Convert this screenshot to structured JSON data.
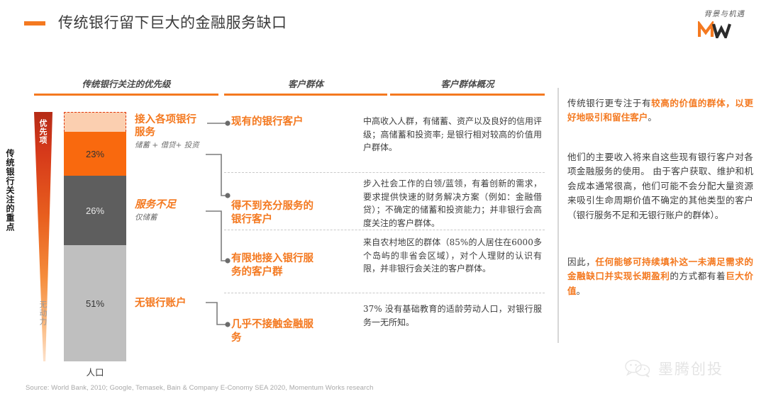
{
  "header": {
    "title": "传统银行留下巨大的金融服务缺口",
    "kicker": "背景与机遇",
    "logo_alt": "mw-logo"
  },
  "columns": [
    {
      "label": "传统银行关注的优先级"
    },
    {
      "label": "客户群体"
    },
    {
      "label": "客户群体概况"
    }
  ],
  "chart_data": {
    "type": "bar",
    "title": "传统银行关注的优先级",
    "xlabel": "人口",
    "ylabel": "传统银行关注的重点",
    "categories": [
      "接入各项银行服务",
      "服务不足",
      "无银行账户"
    ],
    "values": [
      23,
      26,
      51
    ],
    "axis_top_label": "优先项",
    "axis_bottom_label": "无动力",
    "x_tick": "人口",
    "segments": [
      {
        "name": "top-gap",
        "pct_label": "",
        "value": null,
        "color": "#FBCFB0",
        "dashed": true
      },
      {
        "name": "banked",
        "pct_label": "23%",
        "value": 23,
        "color": "#F9690E",
        "dashed": false
      },
      {
        "name": "underbanked",
        "pct_label": "26%",
        "value": 26,
        "color": "#5E5E5E",
        "dashed": false
      },
      {
        "name": "unbanked",
        "pct_label": "51%",
        "value": 51,
        "color": "#BFBFBF",
        "dashed": false
      }
    ]
  },
  "bar_labels": [
    {
      "main": "接入各项银行",
      "main2": "服务",
      "sub": "储蓄 + 借贷+ 投资",
      "italic": false
    },
    {
      "main": "服务不足",
      "main2": "",
      "sub": "仅储蓄",
      "italic": true
    },
    {
      "main": "无银行账户",
      "main2": "",
      "sub": "",
      "italic": false
    }
  ],
  "segment_names": [
    "现有的银行客户",
    "得不到充分服务的\n银行客户",
    "有限地接入银行服\n务的客户群",
    "几乎不接触金融服\n务"
  ],
  "descriptions": [
    "中高收入人群，有储蓄、资产以及良好的信用评级；高储蓄和投资率; 是银行相对较高的价值用户群体。",
    "步入社会工作的白领/蓝领，有着创新的需求，要求提供快速的财务解决方案（例如：金融借贷）；不确定的储蓄和投资能力；并非银行会高度关注的客户群体。",
    "来自农村地区的群体（85%的人居住在6000多个岛屿的非省会区域），对个人理财的认识有限，并非银行会关注的客户群体。",
    "37% 没有基础教育的适龄劳动人口，对银行服务一无所知。"
  ],
  "sidebar": {
    "p1": {
      "t1": "传统银行更专注于有",
      "hl1": "较高的价值的群体，以更好地吸引和留住客户",
      "t2": "。"
    },
    "p2": "他们的主要收入将来自这些现有银行客户对各项金融服务的使用。 由于客户获取、维护和机会成本通常很高，他们可能不会分配大量资源来吸引生命周期价值不确定的其他类型的客户（银行服务不足和无银行账户的群体）。",
    "p3": {
      "t1": "因此，",
      "hl1": "任何能够可持续填补这一未满足需求的金融缺口并实现长期盈利",
      "t2": "的方式都有着",
      "hl2": "巨大价值",
      "t3": "。"
    }
  },
  "footer": {
    "source": "Source: World Bank, 2010; Google, Temasek, Bain & Company E-Conomy SEA 2020, Momentum Works research",
    "watermark": "墨腾创投"
  },
  "colors": {
    "accent": "#F47920",
    "orange_bar": "#F9690E",
    "gray_bar": "#5E5E5E",
    "light_bar": "#BFBFBF",
    "peach": "#FBCFB0"
  }
}
